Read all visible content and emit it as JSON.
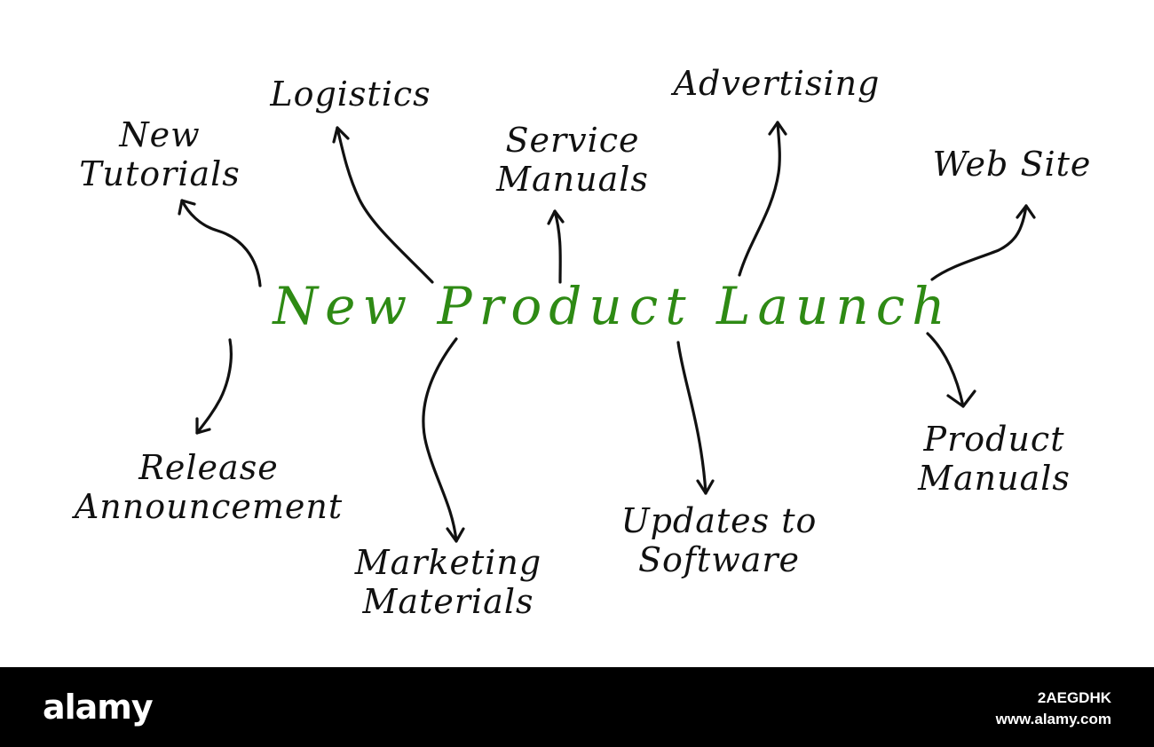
{
  "diagram": {
    "center_label": "New Product Launch",
    "center_color": "#2e8a14",
    "line_color": "#111111",
    "branch_labels": {
      "new_tutorials": [
        "New",
        "Tutorials"
      ],
      "logistics": [
        "Logistics"
      ],
      "service_manuals": [
        "Service",
        "Manuals"
      ],
      "advertising": [
        "Advertising"
      ],
      "web_site": [
        "Web Site"
      ],
      "release_announcement": [
        "Release",
        "Announcement"
      ],
      "marketing_materials": [
        "Marketing",
        "Materials"
      ],
      "updates_to_software": [
        "Updates to",
        "Software"
      ],
      "product_manuals": [
        "Product",
        "Manuals"
      ]
    }
  },
  "footer": {
    "brand": "alamy",
    "image_id": "2AEGDHK",
    "url": "www.alamy.com",
    "background": "#000000",
    "text_color": "#ffffff"
  }
}
